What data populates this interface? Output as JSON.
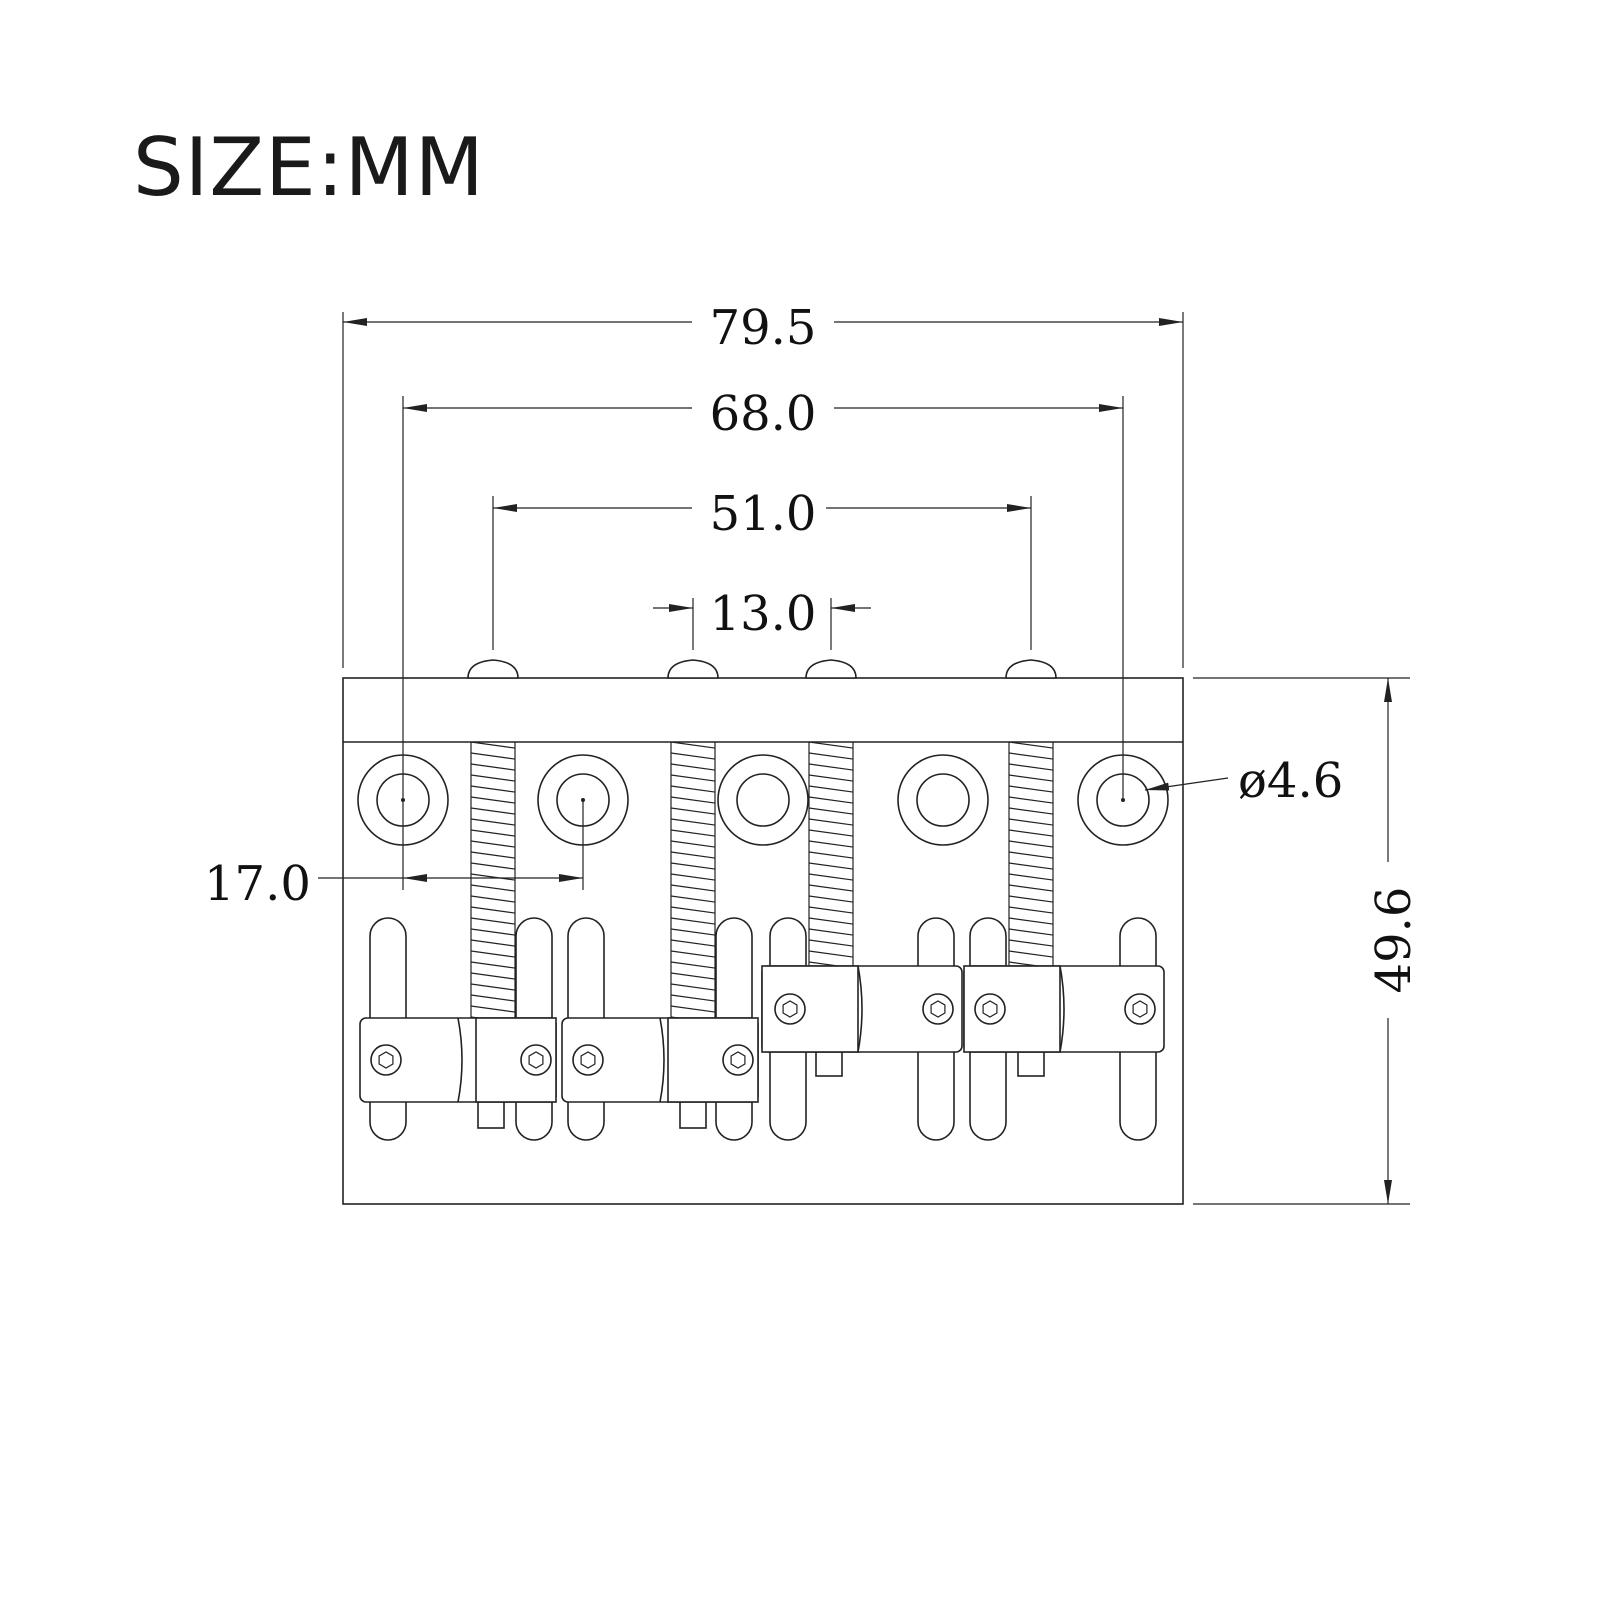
{
  "title": "SIZE:MM",
  "colors": {
    "line": "#222222",
    "text": "#111111",
    "background": "#ffffff"
  },
  "dimensions": {
    "overall_width": "79.5",
    "mount_hole_span": "68.0",
    "outer_string_spacing": "51.0",
    "inner_string_spacing": "13.0",
    "hole_spacing": "17.0",
    "hole_diameter": "ø4.6",
    "overall_height": "49.6"
  }
}
